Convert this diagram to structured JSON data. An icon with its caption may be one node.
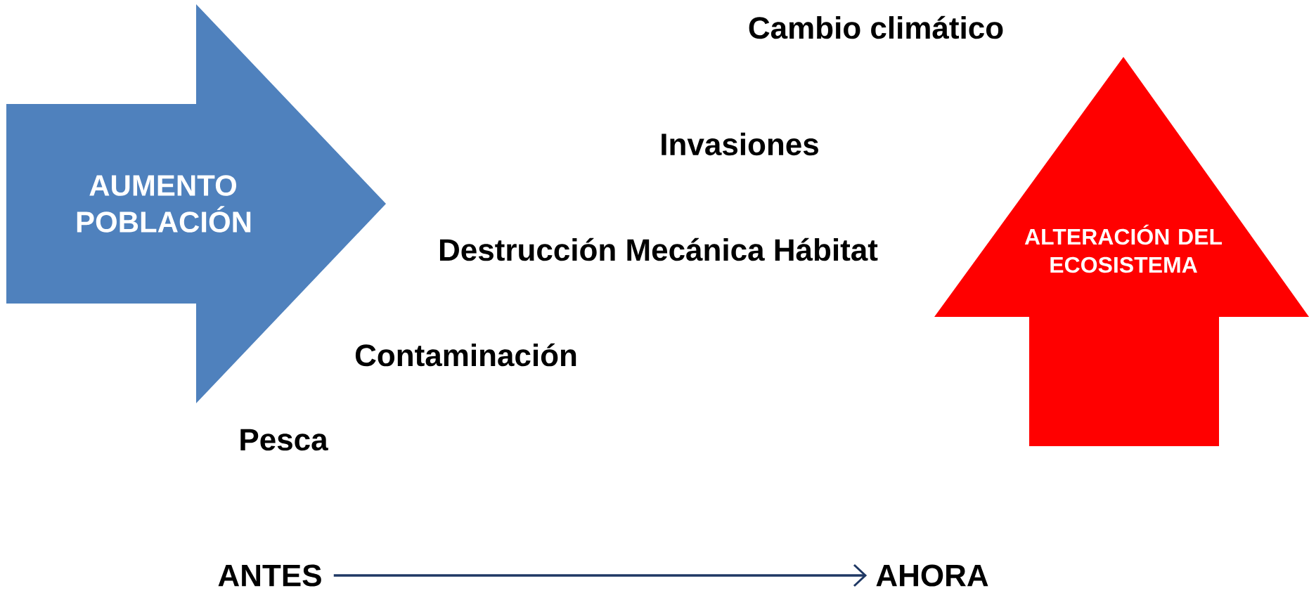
{
  "diagram": {
    "nodes": [
      {
        "text": [
          "AUMENTO POBLACIÓN"
        ]
      },
      {
        "text": [
          "ALTERACIÓN DEL ECOSISTEMA"
        ]
      },
      {
        "text": [
          "ANTES"
        ]
      },
      {
        "text": [
          "AHORA"
        ]
      }
    ],
    "edges": [
      {
        "from": 2,
        "to": 3,
        "arrow": "to",
        "color": "#1f3864"
      }
    ],
    "labels": [
      "Cambio climático",
      "Invasiones",
      "Destrucción Mecánica Hábitat",
      "Contaminación",
      "Pesca"
    ]
  }
}
